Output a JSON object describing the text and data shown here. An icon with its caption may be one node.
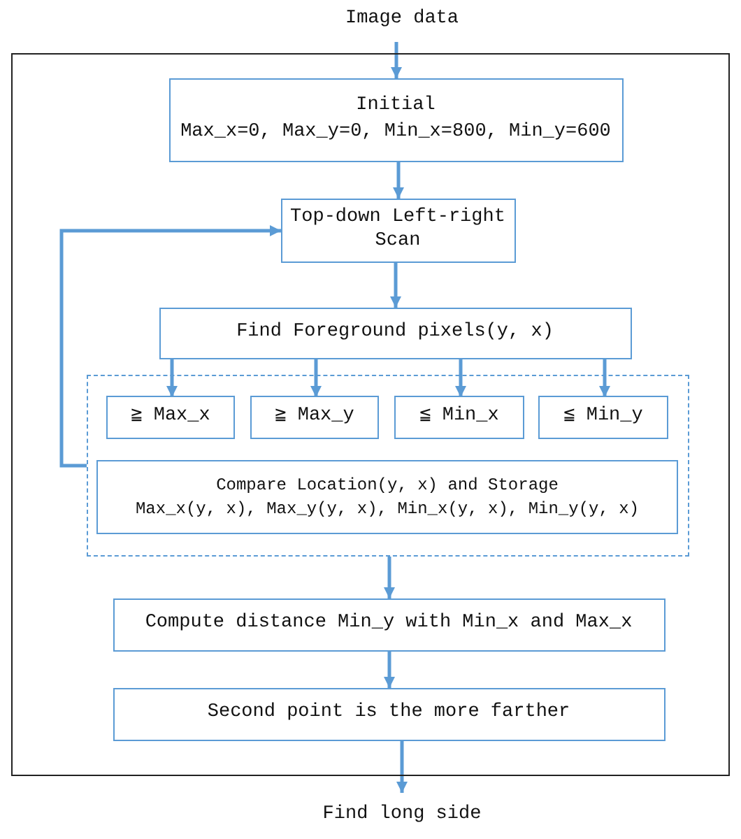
{
  "diagram": {
    "nodes": [
      {
        "text": [
          "Image data"
        ]
      },
      {
        "text": [],
        "shape": "box"
      },
      {
        "text": [
          "Initial",
          "Max_x=0, Max_y=0, Min_x=800, Min_y=600"
        ],
        "in": 1
      },
      {
        "text": [
          "Top-down Left-right Scan"
        ],
        "in": 1
      },
      {
        "text": [
          "Find Foreground pixels(y, x)"
        ],
        "in": 1
      },
      {
        "text": [],
        "shape": "box",
        "in": 1
      },
      {
        "text": [
          "≧ Max_x"
        ],
        "in": 5
      },
      {
        "text": [
          "≧ Max_y"
        ],
        "in": 5
      },
      {
        "text": [
          "≦ Min_x"
        ],
        "in": 5
      },
      {
        "text": [
          "≦ Min_y"
        ],
        "in": 5
      },
      {
        "text": [
          "Compare Location(y, x) and Storage",
          "Max_x(y, x), Max_y(y, x), Min_x(y, x), Min_y(y, x)"
        ],
        "in": 5
      },
      {
        "text": [
          "Compute distance Min_y with Min_x and Max_x"
        ],
        "in": 1
      },
      {
        "text": [
          "Second point is the more farther"
        ],
        "in": 1
      },
      {
        "text": [
          "Find long side"
        ]
      }
    ],
    "edges": [
      {
        "from": 0,
        "to": 2,
        "arrow": "to"
      },
      {
        "from": 2,
        "to": 3,
        "arrow": "to"
      },
      {
        "from": 3,
        "to": 4,
        "arrow": "to"
      },
      {
        "from": 4,
        "to": 6,
        "arrow": "to"
      },
      {
        "from": 4,
        "to": 7,
        "arrow": "to"
      },
      {
        "from": 4,
        "to": 8,
        "arrow": "to"
      },
      {
        "from": 4,
        "to": 9,
        "arrow": "to"
      },
      {
        "from": 5,
        "to": 3,
        "arrow": "to"
      },
      {
        "from": 5,
        "to": 11,
        "arrow": "to"
      },
      {
        "from": 11,
        "to": 12,
        "arrow": "to"
      },
      {
        "from": 12,
        "to": 13,
        "arrow": "to"
      }
    ]
  }
}
